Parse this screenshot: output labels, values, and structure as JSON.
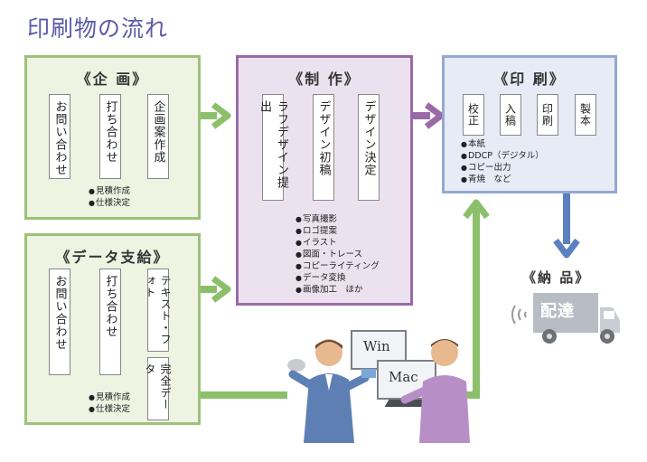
{
  "title": "印刷物の流れ",
  "planning": {
    "title": "《企 画》",
    "steps": [
      "お問い合わせ",
      "打ち合わせ",
      "企画案作成"
    ],
    "notes": [
      "見積作成",
      "仕様決定"
    ]
  },
  "data_supply": {
    "title": "《データ支給》",
    "steps": [
      "お問い合わせ",
      "打ち合わせ",
      "テキスト・フォト",
      "完全データ"
    ],
    "notes": [
      "見積作成",
      "仕様決定"
    ]
  },
  "production": {
    "title": "《制 作》",
    "steps": [
      "ラフデザイン提出",
      "デザイン初稿",
      "デザイン決定"
    ],
    "notes": [
      "写真撮影",
      "ロゴ提案",
      "イラスト",
      "図面・トレース",
      "コピーライティング",
      "データ変換",
      "画像加工　ほか"
    ]
  },
  "printing": {
    "title": "《印 刷》",
    "steps": [
      "校正",
      "入稿",
      "印刷",
      "製本"
    ],
    "notes": [
      "本紙",
      "DDCP（デジタル）",
      "コピー出力",
      "青焼　など"
    ]
  },
  "delivery": {
    "title": "《納 品》",
    "truck_label": "配達"
  },
  "computers": {
    "win": "Win",
    "mac": "Mac"
  },
  "colors": {
    "green": "#8cbf6a",
    "purple": "#9a6aa8",
    "blue": "#5b7fbf",
    "title": "#5a5aa8"
  }
}
